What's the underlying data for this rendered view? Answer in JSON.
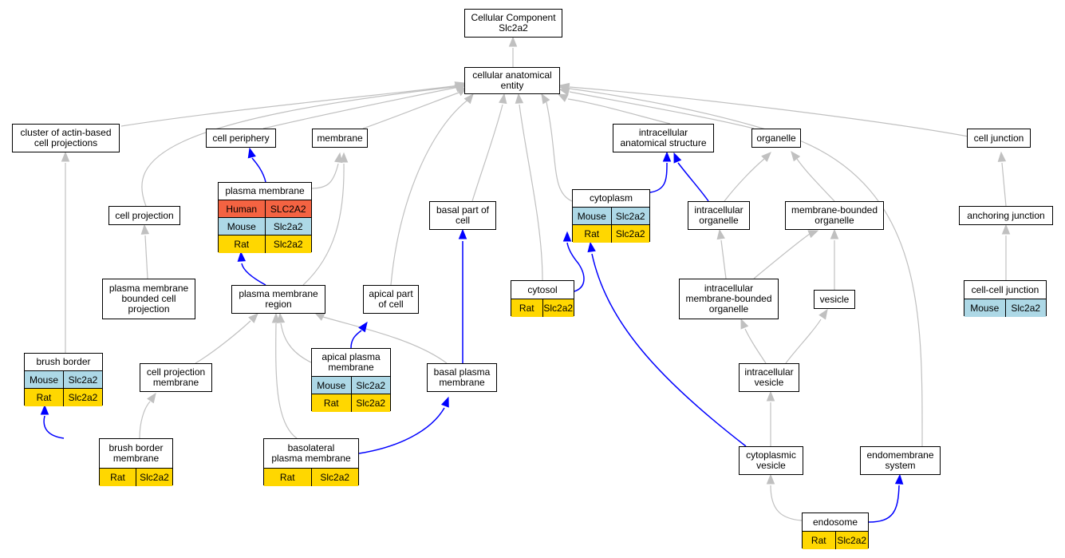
{
  "nodes": {
    "cc": "Cellular Component\nSlc2a2",
    "cae": "cellular anatomical\nentity",
    "cacp": "cluster of actin-based\ncell projections",
    "cellper": "cell periphery",
    "membrane": "membrane",
    "ias": "intracellular\nanatomical structure",
    "organelle": "organelle",
    "celljunction": "cell junction",
    "pm": "plasma membrane",
    "cellproj": "cell projection",
    "bpc": "basal part of\ncell",
    "cytoplasm": "cytoplasm",
    "intorg": "intracellular\norganelle",
    "mbo": "membrane-bounded\norganelle",
    "anchjunc": "anchoring junction",
    "pmbcp": "plasma membrane\nbounded cell\nprojection",
    "pmr": "plasma membrane\nregion",
    "apc": "apical part\nof cell",
    "cytosol": "cytosol",
    "imbo": "intracellular\nmembrane-bounded\norganelle",
    "vesicle": "vesicle",
    "ccjunc": "cell-cell junction",
    "bb": "brush border",
    "cpm": "cell projection\nmembrane",
    "apm": "apical plasma\nmembrane",
    "bpm": "basal plasma\nmembrane",
    "iv": "intracellular\nvesicle",
    "bbm": "brush border\nmembrane",
    "blpm": "basolateral\nplasma membrane",
    "cv": "cytoplasmic\nvesicle",
    "ems": "endomembrane\nsystem",
    "endosome": "endosome"
  },
  "annotations": {
    "pm": [
      [
        "Human",
        "SLC2A2"
      ],
      [
        "Mouse",
        "Slc2a2"
      ],
      [
        "Rat",
        "Slc2a2"
      ]
    ],
    "cytoplasm": [
      [
        "Mouse",
        "Slc2a2"
      ],
      [
        "Rat",
        "Slc2a2"
      ]
    ],
    "cytosol": [
      [
        "Rat",
        "Slc2a2"
      ]
    ],
    "ccjunc": [
      [
        "Mouse",
        "Slc2a2"
      ]
    ],
    "bb": [
      [
        "Mouse",
        "Slc2a2"
      ],
      [
        "Rat",
        "Slc2a2"
      ]
    ],
    "apm": [
      [
        "Mouse",
        "Slc2a2"
      ],
      [
        "Rat",
        "Slc2a2"
      ]
    ],
    "bbm": [
      [
        "Rat",
        "Slc2a2"
      ]
    ],
    "blpm": [
      [
        "Rat",
        "Slc2a2"
      ]
    ],
    "endosome": [
      [
        "Rat",
        "Slc2a2"
      ]
    ]
  },
  "species_colors": {
    "Human": "#f46342",
    "Mouse": "#add8e6",
    "Rat": "#ffd700"
  },
  "edge_colors": {
    "is_a": "#c0c0c0",
    "part_of": "#0000ff"
  }
}
